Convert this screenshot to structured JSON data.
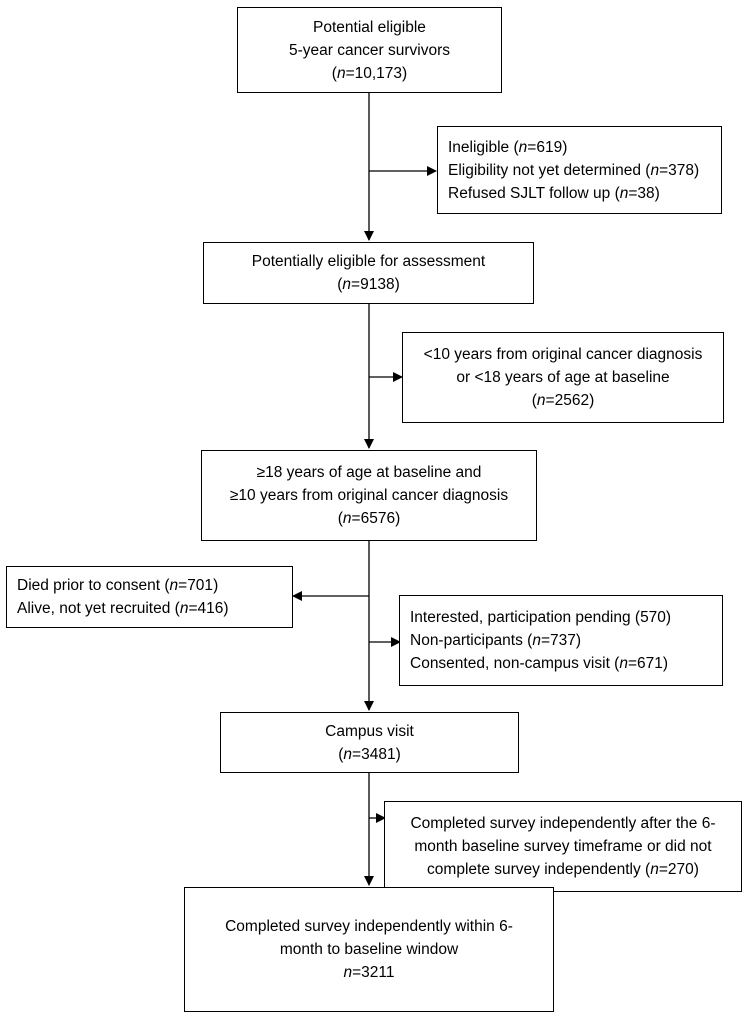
{
  "boxes": {
    "potential_eligible": {
      "line1": "Potential eligible",
      "line2": "5-year cancer survivors",
      "n": "10,173"
    },
    "ineligible": {
      "l1_pre": "Ineligible (",
      "l1_n": "619",
      "l2_pre": "Eligibility not yet determined (",
      "l2_n": "378",
      "l3_pre": "Refused SJLT follow up (",
      "l3_n": "38"
    },
    "eligible_assessment": {
      "line1": "Potentially eligible for assessment",
      "n": "9138"
    },
    "excluded_age": {
      "line1": "<10 years from original cancer diagnosis",
      "line2": "or <18 years of age at baseline",
      "n": "2562"
    },
    "age18_10yr": {
      "line1": "≥18 years of age at baseline and",
      "line2": "≥10 years from original cancer diagnosis",
      "n": "6576"
    },
    "died": {
      "l1_pre": "Died prior to consent (",
      "l1_n": "701",
      "l2_pre": "Alive, not yet recruited (",
      "l2_n": "416"
    },
    "interested": {
      "line1": "Interested, participation pending (570)",
      "l2_pre": "Non-participants (",
      "l2_n": "737",
      "l3_pre": "Consented, non-campus visit (",
      "l3_n": "671"
    },
    "campus_visit": {
      "line1": "Campus visit",
      "n": "3481"
    },
    "completed_after": {
      "line1": "Completed survey independently after the 6-",
      "line2": "month baseline survey timeframe or did not",
      "l3_pre": "complete survey independently (",
      "l3_n": "270"
    },
    "completed_within": {
      "line1": "Completed survey independently within 6-",
      "line2": "month to baseline window",
      "n": "3211"
    }
  },
  "labels": {
    "n_symbol": "n",
    "eq_open": "(",
    "eq": "=",
    "close": ")"
  }
}
